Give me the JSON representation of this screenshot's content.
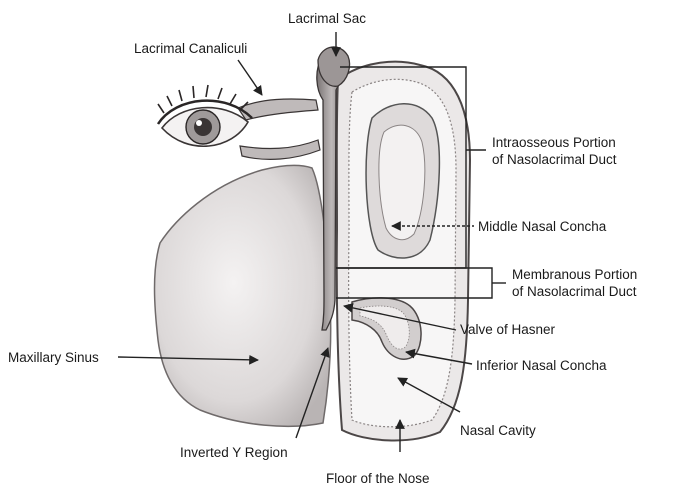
{
  "labels": {
    "lacrimal_sac": "Lacrimal Sac",
    "lacrimal_canaliculi": "Lacrimal  Canaliculi",
    "intraosseous_line1": "Intraosseous Portion",
    "intraosseous_line2": "of Nasolacrimal Duct",
    "middle_concha": "Middle Nasal Concha",
    "membranous_line1": "Membranous Portion",
    "membranous_line2": "of Nasolacrimal Duct",
    "valve_hasner": "Valve of Hasner",
    "maxillary_sinus": "Maxillary Sinus",
    "inferior_concha": "Inferior Nasal Concha",
    "nasal_cavity": "Nasal Cavity",
    "inverted_y": "Inverted Y Region",
    "floor_nose": "Floor of the Nose"
  },
  "colors": {
    "ink": "#3a3a3a",
    "shade": "#c9c6c6",
    "shade_dark": "#8f8a8a",
    "paper": "#ffffff"
  }
}
